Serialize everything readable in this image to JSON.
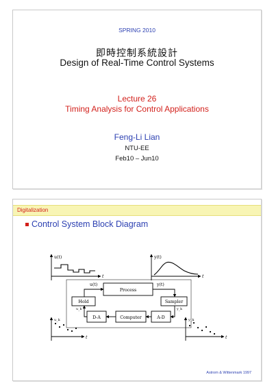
{
  "slide1": {
    "semester": "SPRING 2010",
    "course_title_cn": "即時控制系統設計",
    "course_title_en": "Design of Real-Time Control Systems",
    "lecture": "Lecture 26",
    "topic": "Timing Analysis for Control Applications",
    "instructor": "Feng-Li Lian",
    "affiliation": "NTU-EE",
    "dates": "Feb10 – Jun10"
  },
  "slide2": {
    "section": "Digitalization",
    "bullet": "Control System Block Diagram",
    "credit": "Astrom & Wittenmark 1997",
    "diagram": {
      "blocks": [
        "Process",
        "Hold",
        "Sampler",
        "D-A",
        "Computer",
        "A-D"
      ],
      "signals": [
        "u(t)",
        "y(t)",
        "u_k",
        "y_k"
      ],
      "axis_t": "t",
      "colors": {
        "accent": "#d21f1a",
        "primary": "#2b3fb1",
        "header": "#f8f5b4"
      }
    }
  }
}
